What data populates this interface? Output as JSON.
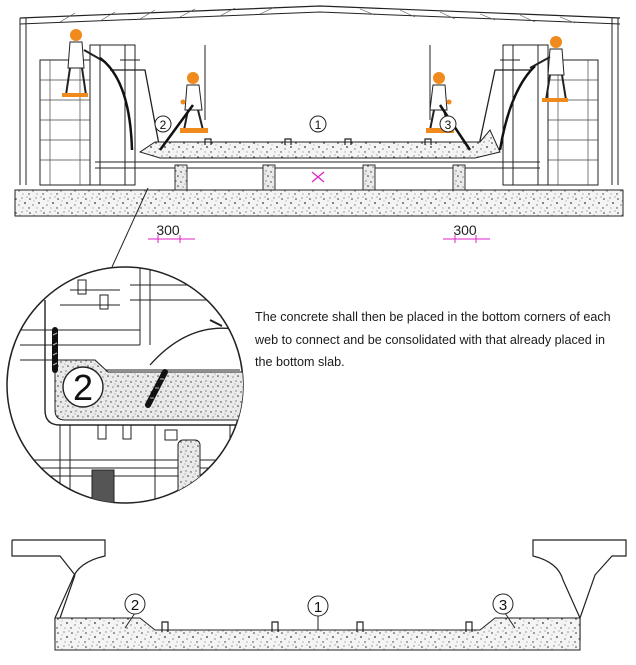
{
  "description": "The concrete shall then be placed in the bottom corners of each web to connect and be consolidated with that already placed in the bottom slab.",
  "dimensions": {
    "left": "300",
    "right": "300"
  },
  "callouts": {
    "top_slab": "1",
    "top_left_corner": "2",
    "top_right_corner": "3",
    "detail": "2",
    "section_slab": "1",
    "section_left": "2",
    "section_right": "3"
  },
  "colors": {
    "worker_orange": "#f08a1c",
    "dimension_magenta": "#e020c8",
    "line": "#222222"
  }
}
